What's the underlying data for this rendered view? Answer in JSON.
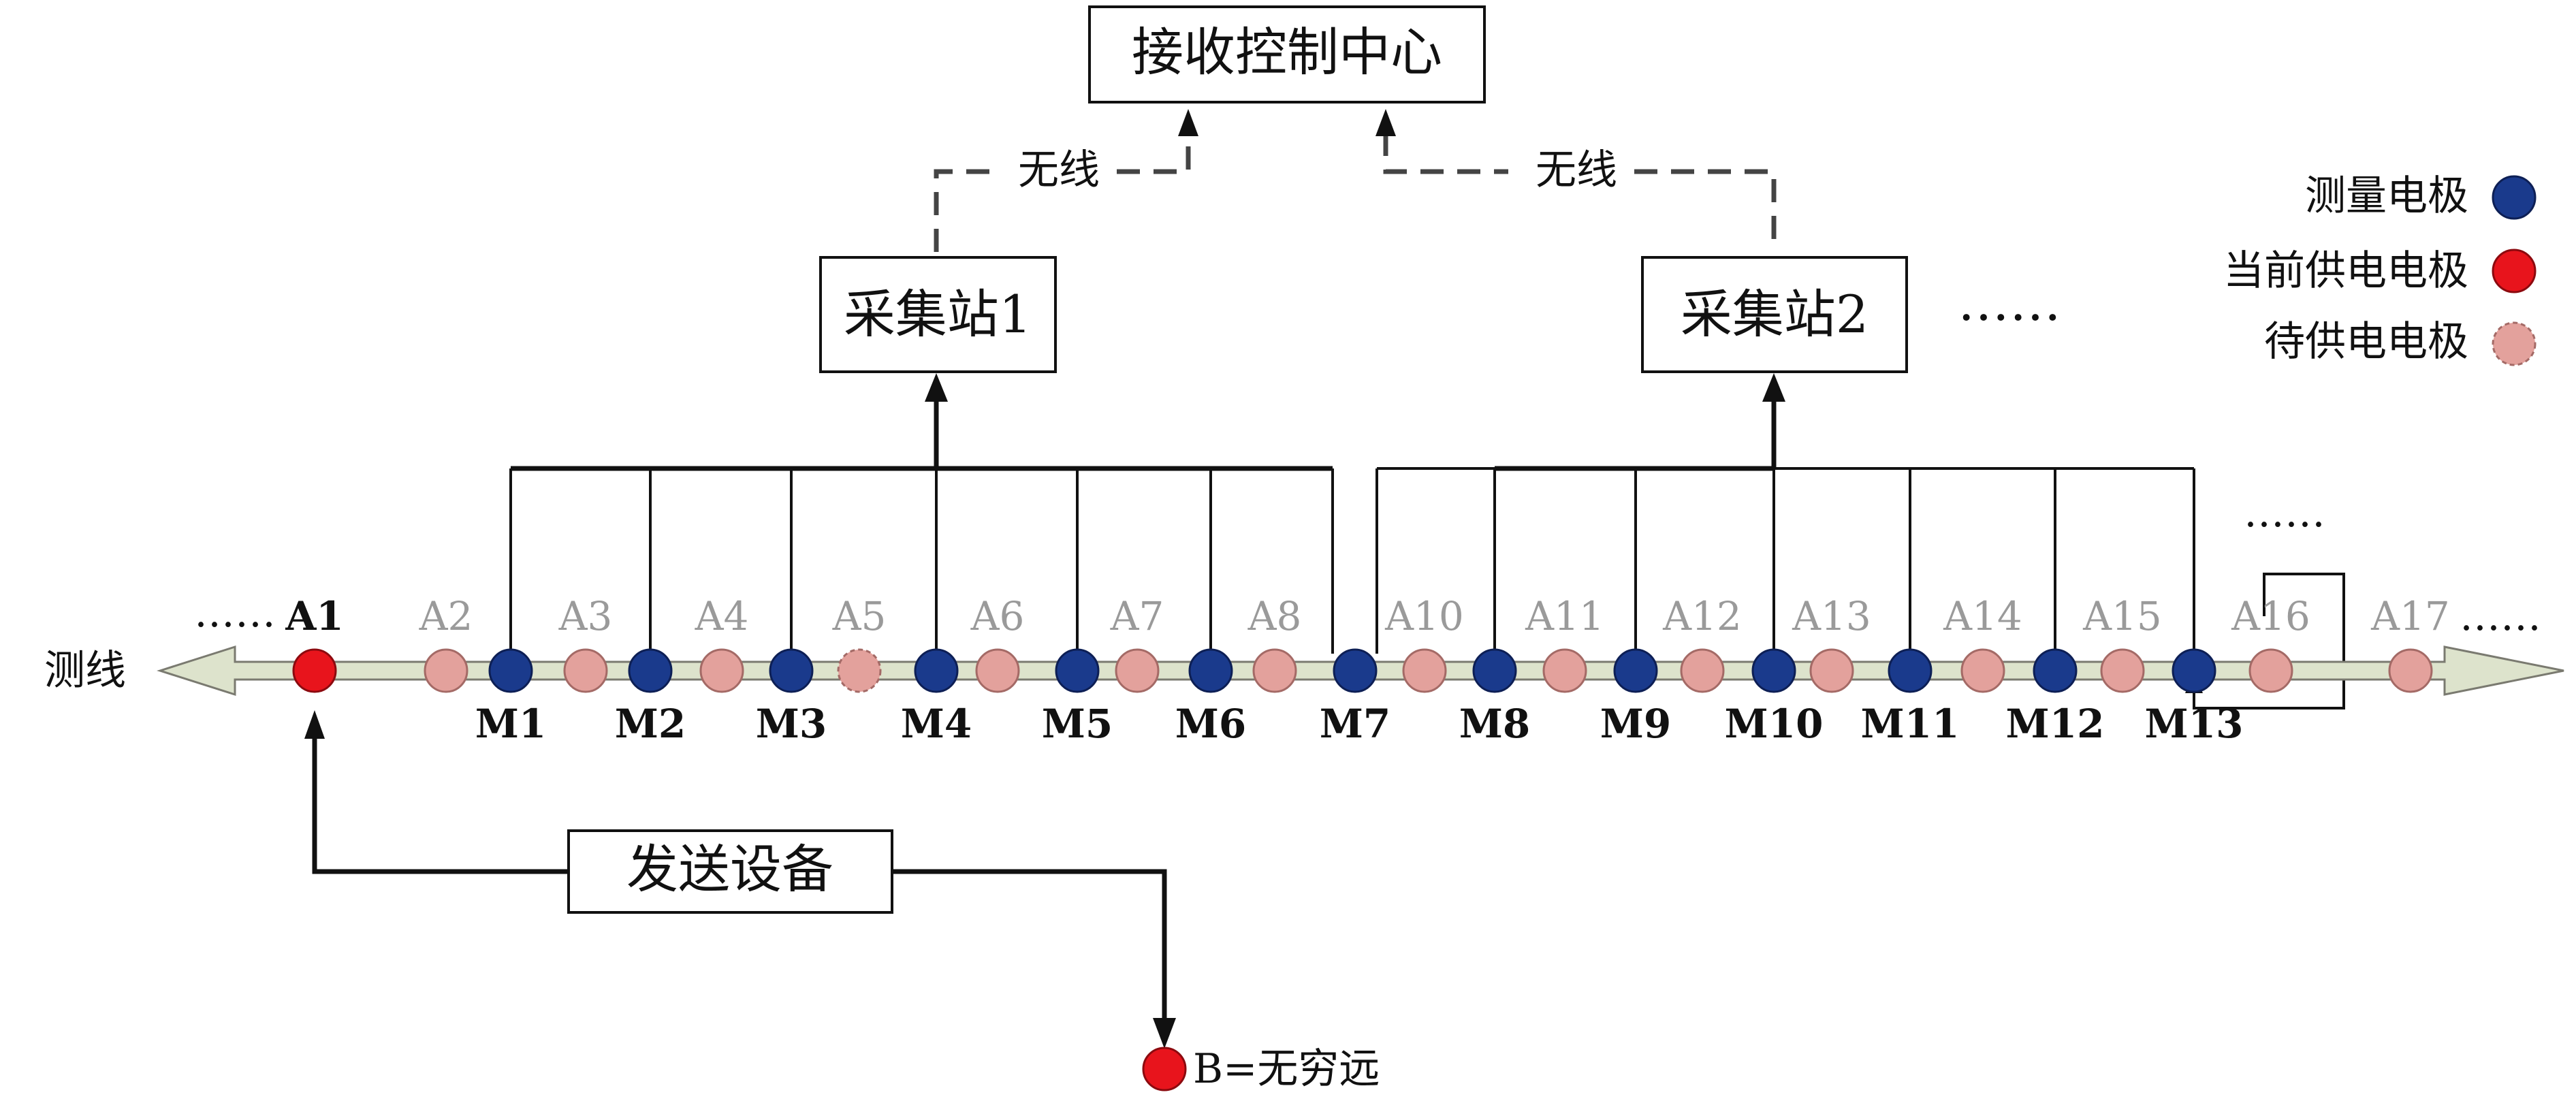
{
  "center": {
    "label": "接收控制中心"
  },
  "wireless_label": "无线",
  "stations": [
    {
      "label": "采集站1"
    },
    {
      "label": "采集站2"
    }
  ],
  "ellipsis": "……",
  "survey_line_label": "测线",
  "transmitter": {
    "label": "发送设备"
  },
  "remote_electrode": {
    "label": "B=无穷远"
  },
  "supply_electrodes": [
    "A1",
    "A2",
    "A3",
    "A4",
    "A5",
    "A6",
    "A7",
    "A8",
    "A10",
    "A11",
    "A12",
    "A13",
    "A14",
    "A15",
    "A16",
    "A17"
  ],
  "measure_electrodes": [
    "M1",
    "M2",
    "M3",
    "M4",
    "M5",
    "M6",
    "M7",
    "M8",
    "M9",
    "M10",
    "M11",
    "M12",
    "M13"
  ],
  "legend": [
    {
      "label": "测量电极",
      "color": "#1a3a8c"
    },
    {
      "label": "当前供电电极",
      "color": "#e8141c"
    },
    {
      "label": "待供电电极",
      "color": "#e3a19c"
    }
  ],
  "colors": {
    "measure": "#1a3a8c",
    "current_supply": "#e8141c",
    "pending_supply": "#e3a19c",
    "line_fill": "#dde3cc"
  }
}
